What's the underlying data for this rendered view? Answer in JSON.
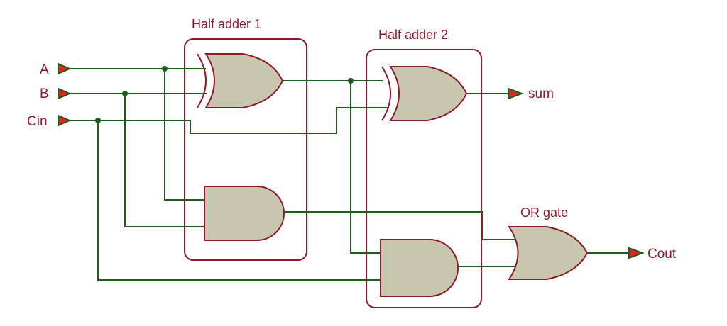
{
  "inputs": {
    "a": "A",
    "b": "B",
    "cin": "Cin"
  },
  "outputs": {
    "sum": "sum",
    "cout": "Cout"
  },
  "blocks": {
    "half_adder_1": "Half adder 1",
    "half_adder_2": "Half adder 2",
    "or_gate": "OR gate"
  },
  "colors": {
    "wire": "#1f5a1f",
    "outline": "#8b1a2b",
    "gate_fill": "#c9c6ae",
    "terminal": "#e0241f"
  }
}
